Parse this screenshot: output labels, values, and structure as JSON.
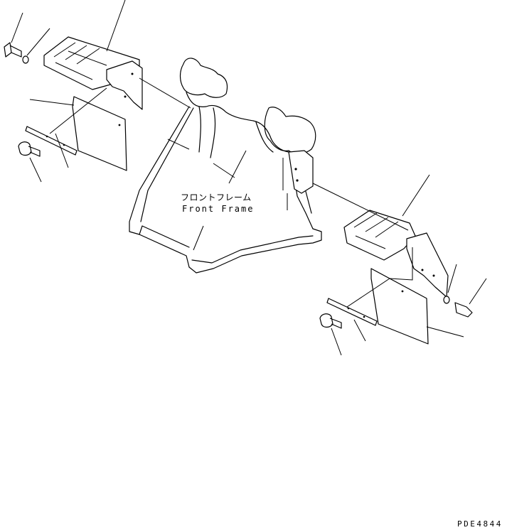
{
  "drawing": {
    "part_label_jp": "フロントフレーム",
    "part_label_en": "Front Frame",
    "document_code": "PDE4844"
  }
}
